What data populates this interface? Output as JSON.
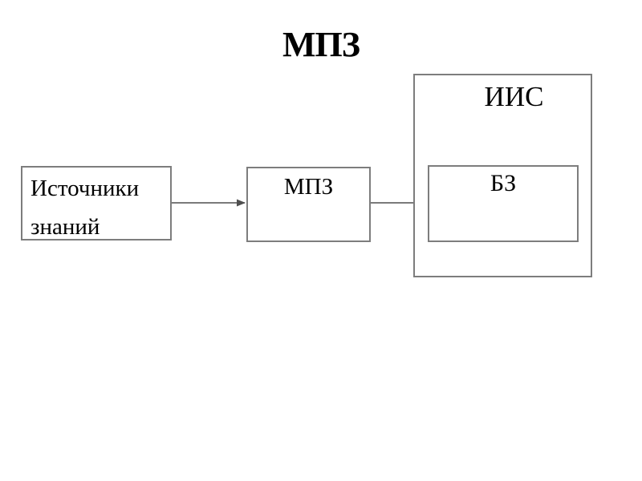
{
  "title": "МПЗ",
  "diagram": {
    "nodes": [
      {
        "id": "sources",
        "label_line1": "Источники",
        "label_line2": "знаний"
      },
      {
        "id": "mpz",
        "label": "МПЗ"
      },
      {
        "id": "iis",
        "label": "ИИС"
      },
      {
        "id": "bz",
        "label": "БЗ"
      }
    ],
    "edges": [
      {
        "from": "sources",
        "to": "mpz"
      },
      {
        "from": "mpz",
        "to": "bz"
      }
    ]
  },
  "colors": {
    "background": "#ffffff",
    "box_border": "#7d7d7d",
    "text": "#000000",
    "arrow": "#4f4f4f"
  }
}
